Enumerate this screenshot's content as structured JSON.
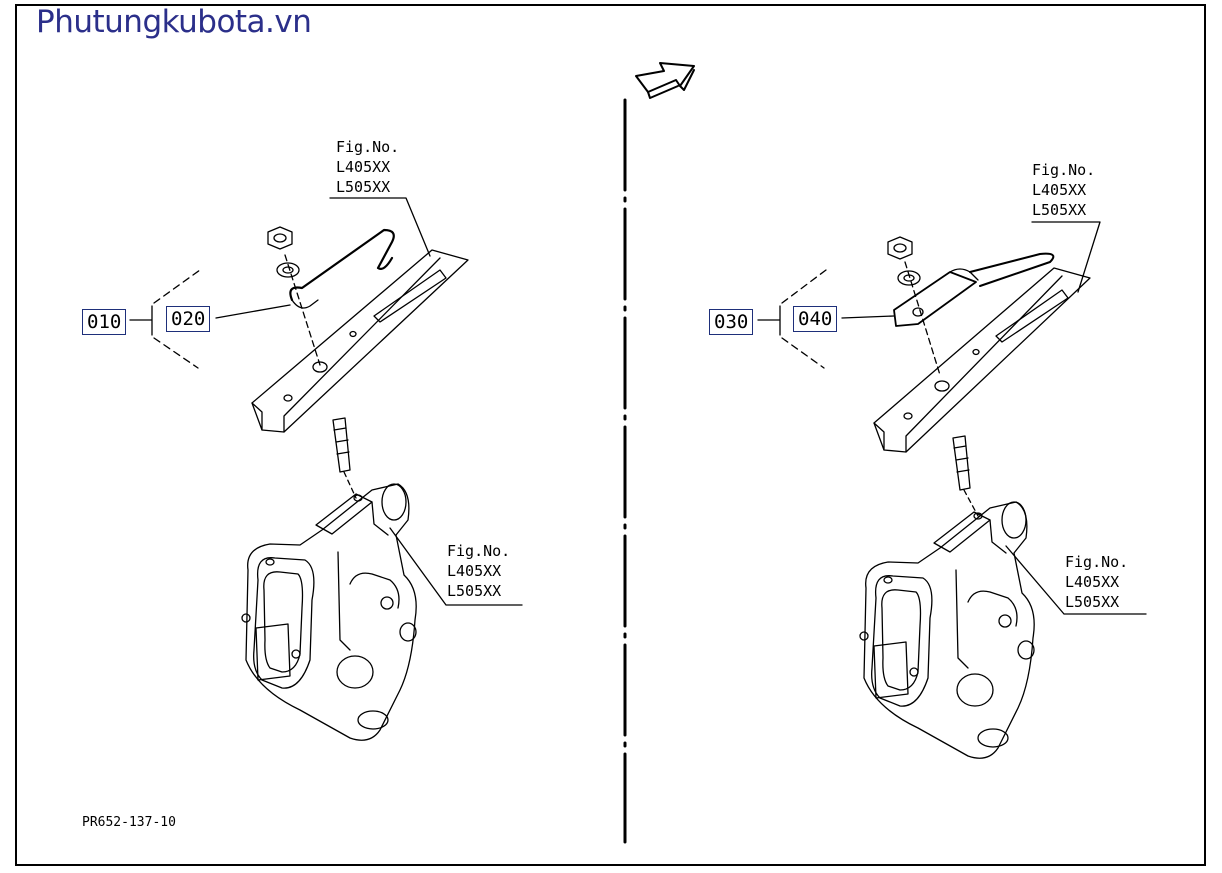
{
  "watermark": "Phutungkubota.vn",
  "figure_code": "PR652-137-10",
  "left_panel": {
    "parts": {
      "assembly": "010",
      "component": "020"
    },
    "fig_upper": {
      "title": "Fig.No.",
      "line1": "L405XX",
      "line2": "L505XX"
    },
    "fig_lower": {
      "title": "Fig.No.",
      "line1": "L405XX",
      "line2": "L505XX"
    }
  },
  "right_panel": {
    "parts": {
      "assembly": "030",
      "component": "040"
    },
    "fig_upper": {
      "title": "Fig.No.",
      "line1": "L405XX",
      "line2": "L505XX"
    },
    "fig_lower": {
      "title": "Fig.No.",
      "line1": "L405XX",
      "line2": "L505XX"
    }
  },
  "colors": {
    "watermark": "#2b2f8a",
    "part_box_border": "#1e2f7a",
    "line": "#000000"
  },
  "icons": {
    "direction": "arrow-right-icon"
  }
}
